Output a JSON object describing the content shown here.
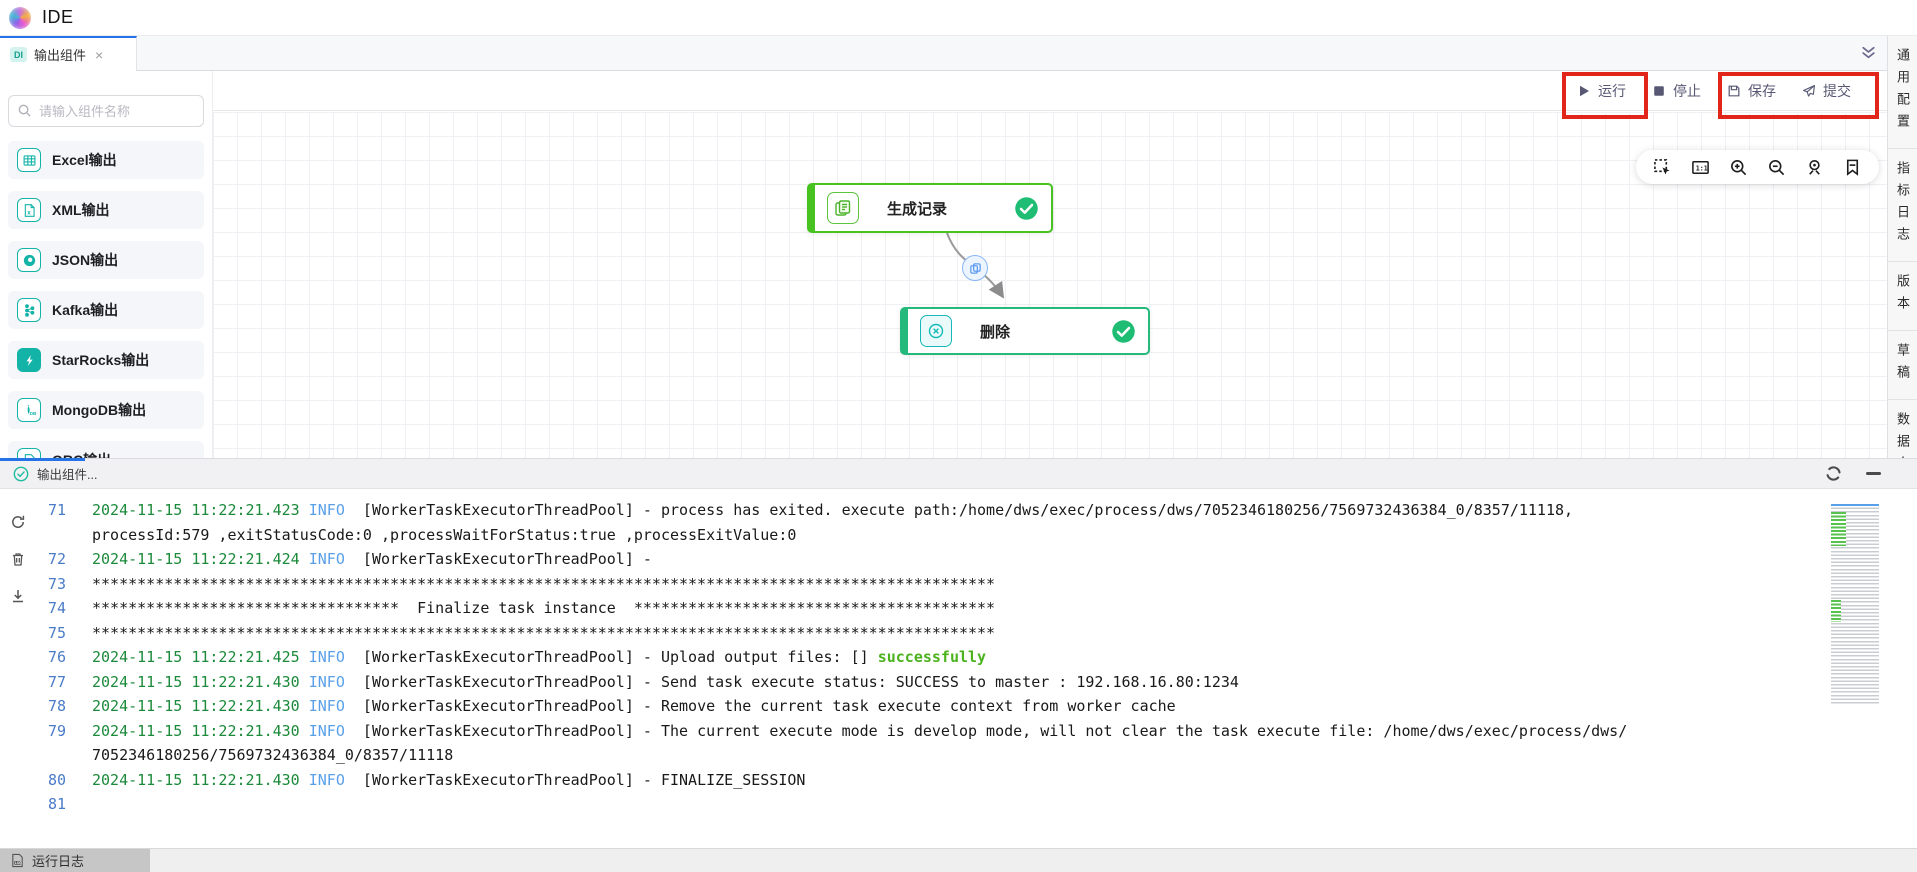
{
  "app": {
    "title": "IDE",
    "logo_icon": "app-logo-swirl-icon"
  },
  "tab_bar": {
    "active_tab": {
      "badge": "DI",
      "label": "输出组件",
      "close": "×"
    },
    "collapse_icon": "double-chevron-down-icon"
  },
  "component_sidebar": {
    "search": {
      "placeholder": "请输入组件名称",
      "icon": "search-icon"
    },
    "items": [
      {
        "name": "component-item-excel",
        "label": "Excel输出",
        "icon": "excel-output-icon",
        "filled": false
      },
      {
        "name": "component-item-xml",
        "label": "XML输出",
        "icon": "xml-output-icon",
        "filled": false
      },
      {
        "name": "component-item-json",
        "label": "JSON输出",
        "icon": "json-output-icon",
        "filled": false
      },
      {
        "name": "component-item-kafka",
        "label": "Kafka输出",
        "icon": "kafka-output-icon",
        "filled": false
      },
      {
        "name": "component-item-starrocks",
        "label": "StarRocks输出",
        "icon": "starrocks-output-icon",
        "filled": true
      },
      {
        "name": "component-item-mongodb",
        "label": "MongoDB输出",
        "icon": "mongodb-output-icon",
        "filled": false
      },
      {
        "name": "component-item-orc",
        "label": "ORC输出",
        "icon": "orc-output-icon",
        "filled": false
      }
    ]
  },
  "action_toolbar": {
    "buttons": [
      {
        "name": "run-button",
        "label": "运行",
        "icon": "play-icon"
      },
      {
        "name": "stop-button",
        "label": "停止",
        "icon": "stop-icon"
      },
      {
        "name": "save-button",
        "label": "保存",
        "icon": "save-icon"
      },
      {
        "name": "submit-button",
        "label": "提交",
        "icon": "submit-icon"
      }
    ],
    "annotation_color": "#e1251b",
    "annotated_groups": [
      "run-button",
      "save-button+submit-button"
    ]
  },
  "canvas": {
    "toolbar_icons": [
      {
        "name": "marquee-select-icon"
      },
      {
        "name": "ratio-1-1-icon"
      },
      {
        "name": "zoom-in-icon"
      },
      {
        "name": "zoom-out-icon"
      },
      {
        "name": "zoom-reset-icon"
      },
      {
        "name": "bookmark-icon"
      }
    ],
    "nodes": [
      {
        "label": "生成记录",
        "icon": "generate-records-icon",
        "status_icon": "success-check-icon",
        "accent": "#47c220"
      },
      {
        "label": "删除",
        "icon": "delete-circle-icon",
        "status_icon": "success-check-icon",
        "accent": "#25ba7c"
      }
    ],
    "edge": {
      "badge_icon": "copy-icon"
    }
  },
  "right_panel": {
    "tabs": [
      {
        "name": "tab-general-config",
        "label": "通用配置"
      },
      {
        "name": "tab-metric-log",
        "label": "指标日志"
      },
      {
        "name": "tab-version",
        "label": "版本"
      },
      {
        "name": "tab-draft",
        "label": "草稿"
      },
      {
        "name": "tab-data-lineage",
        "label": "数据血缘"
      }
    ]
  },
  "log_panel": {
    "title": "输出组件...",
    "title_icon": "success-check-icon",
    "header_icons": [
      "loading-icon",
      "minimize-icon"
    ],
    "rail_icons": [
      {
        "name": "refresh-icon"
      },
      {
        "name": "trash-icon"
      },
      {
        "name": "download-icon"
      }
    ],
    "colors": {
      "line_number": "#4a7bc8",
      "timestamp": "#1b8a3a",
      "info": "#5aa0e8",
      "success": "#4cb21e",
      "text": "#191919"
    },
    "lines": [
      {
        "num": "71",
        "time": "2024-11-15 11:22:21.423",
        "level": "INFO",
        "msg": "[WorkerTaskExecutorThreadPool] - process has exited. execute path:/home/dws/exec/process/dws/7052346180256/7569732436384_0/8357/11118,"
      },
      {
        "cont": true,
        "plain": "processId:579 ,exitStatusCode:0 ,processWaitForStatus:true ,processExitValue:0"
      },
      {
        "num": "72",
        "time": "2024-11-15 11:22:21.424",
        "level": "INFO",
        "msg": "[WorkerTaskExecutorThreadPool] - "
      },
      {
        "num": "73",
        "plain": "****************************************************************************************************"
      },
      {
        "num": "74",
        "plain": "**********************************  Finalize task instance  ****************************************"
      },
      {
        "num": "75",
        "plain": "****************************************************************************************************"
      },
      {
        "num": "76",
        "time": "2024-11-15 11:22:21.425",
        "level": "INFO",
        "msg": "[WorkerTaskExecutorThreadPool] - Upload output files: [] ",
        "ok": "successfully"
      },
      {
        "num": "77",
        "time": "2024-11-15 11:22:21.430",
        "level": "INFO",
        "msg": "[WorkerTaskExecutorThreadPool] - Send task execute status: SUCCESS to master : 192.168.16.80:1234"
      },
      {
        "num": "78",
        "time": "2024-11-15 11:22:21.430",
        "level": "INFO",
        "msg": "[WorkerTaskExecutorThreadPool] - Remove the current task execute context from worker cache"
      },
      {
        "num": "79",
        "time": "2024-11-15 11:22:21.430",
        "level": "INFO",
        "msg": "[WorkerTaskExecutorThreadPool] - The current execute mode is develop mode, will not clear the task execute file: /home/dws/exec/process/dws/"
      },
      {
        "cont": true,
        "plain": "7052346180256/7569732436384_0/8357/11118"
      },
      {
        "num": "80",
        "time": "2024-11-15 11:22:21.430",
        "level": "INFO",
        "msg": "[WorkerTaskExecutorThreadPool] - FINALIZE_SESSION"
      },
      {
        "num": "81"
      }
    ]
  },
  "bottom_bar": {
    "active_tab": {
      "label": "运行日志",
      "icon": "log-file-icon"
    }
  }
}
